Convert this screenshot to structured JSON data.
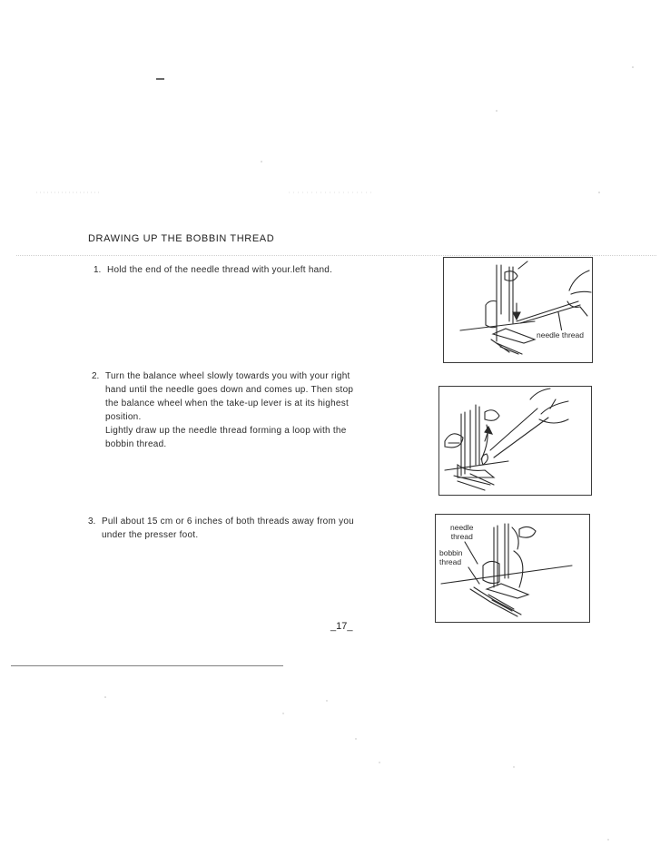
{
  "section": {
    "title": "DRAWING UP THE BOBBIN THREAD"
  },
  "steps": [
    {
      "number": "1.",
      "lines": [
        "Hold the end of the needle thread with your.left hand."
      ]
    },
    {
      "number": "2.",
      "lines": [
        "Turn the balance wheel slowly towards you with your right",
        "hand until the needle goes down and comes up. Then stop",
        "the balance wheel when the take-up lever is at its highest",
        "position.",
        "Lightly draw up the needle thread forming a loop with the",
        "bobbin thread."
      ]
    },
    {
      "number": "3.",
      "lines": [
        "Pull about 15 cm or 6 inches of both threads away from you",
        "under the presser foot."
      ]
    }
  ],
  "figures": {
    "figure1": {
      "label_needle_thread": "needle thread"
    },
    "figure3": {
      "label_needle_thread": [
        "needle",
        "thread"
      ],
      "label_bobbin_thread": [
        "bobbin",
        "thread"
      ]
    }
  },
  "footer": {
    "page_number": "_17_"
  }
}
